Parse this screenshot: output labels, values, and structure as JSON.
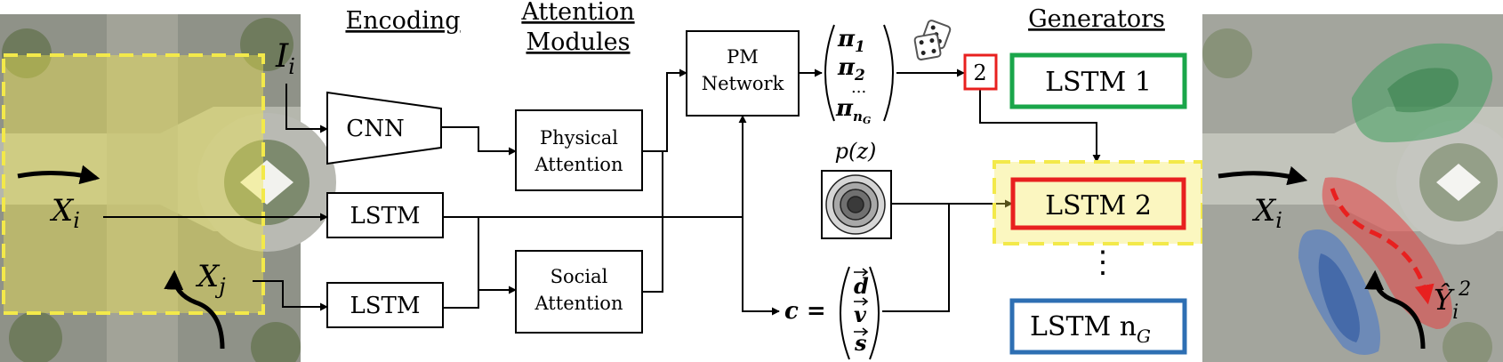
{
  "headings": {
    "encoding": "Encoding",
    "attention_line1": "Attention",
    "attention_line2": "Modules",
    "generators": "Generators"
  },
  "labels": {
    "image_var": "I",
    "image_sub": "i",
    "xi_left": "X",
    "xi_left_sub": "i",
    "xj": "X",
    "xj_sub": "j",
    "xi_right": "X",
    "xi_right_sub": "i",
    "yhat": "Ŷ",
    "yhat_sub": "i",
    "yhat_sup": "2",
    "pz": "p(z)",
    "c_eq": "c =",
    "c_d": "d",
    "c_v": "v",
    "c_s": "s",
    "pi1": "π",
    "pi1_sub": "1",
    "pi2": "π",
    "pi2_sub": "2",
    "pi_dots": "...",
    "pin": "π",
    "pin_sub": "n",
    "pin_subsub": "G",
    "selected_index": "2",
    "vdots": "⋮"
  },
  "boxes": {
    "cnn": "CNN",
    "lstm_xi": "LSTM",
    "lstm_xj": "LSTM",
    "physical_line1": "Physical",
    "physical_line2": "Attention",
    "social_line1": "Social",
    "social_line2": "Attention",
    "pm_line1": "PM",
    "pm_line2": "Network",
    "gen1": "LSTM 1",
    "gen2": "LSTM 2",
    "genn": "LSTM n",
    "genn_sub": "G"
  },
  "colors": {
    "gen1_border": "#1aa64a",
    "gen2_border": "#e8201f",
    "genn_border": "#2e6fb3",
    "selected_index_border": "#e8201f",
    "highlight_yellow": "#f3e94a",
    "green_region": "#3f9e5c",
    "red_region": "#e04a4a",
    "blue_region": "#4a78c8"
  },
  "icons": {
    "dice": "dice-icon",
    "noise": "concentric-circles-icon"
  }
}
